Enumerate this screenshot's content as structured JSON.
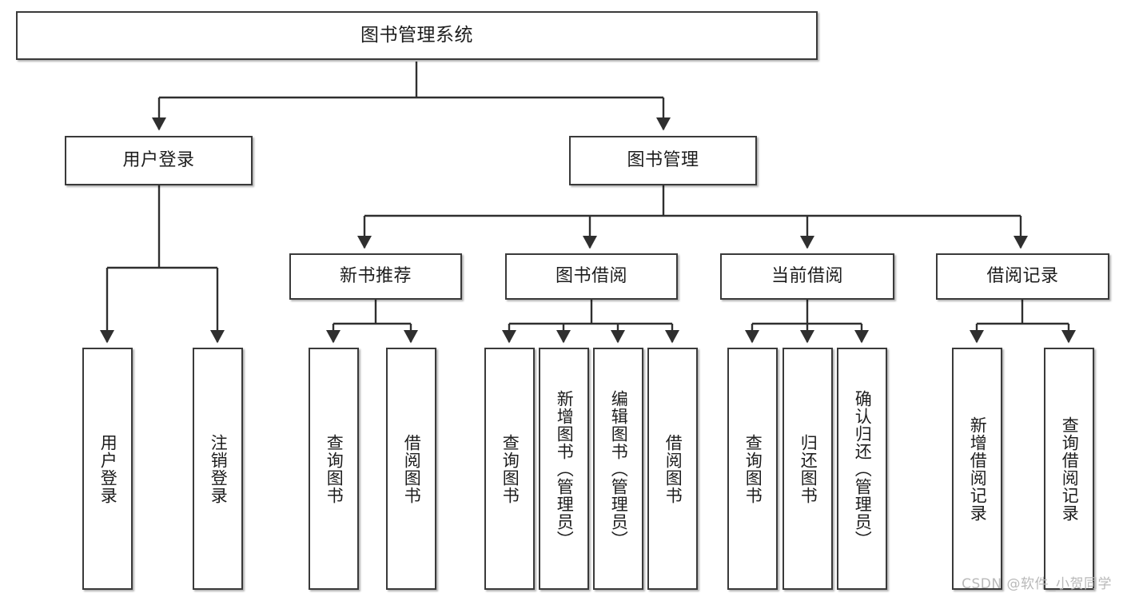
{
  "diagram": {
    "title": "图书管理系统",
    "type": "tree",
    "watermark": "CSDN @软件_小贺同学",
    "colors": {
      "box_border": "#3a3a3a",
      "box_fill": "#ffffff",
      "edge": "#2f2f2f",
      "text": "#1d1d1d",
      "watermark": "#b9b9b9"
    },
    "nodes": {
      "root": {
        "label": "图书管理系统"
      },
      "level2": [
        {
          "id": "user-login",
          "label": "用户登录"
        },
        {
          "id": "book-manage",
          "label": "图书管理"
        }
      ],
      "level3": [
        {
          "id": "new-book-recommend",
          "label": "新书推荐"
        },
        {
          "id": "book-borrow",
          "label": "图书借阅"
        },
        {
          "id": "current-borrow",
          "label": "当前借阅"
        },
        {
          "id": "borrow-record",
          "label": "借阅记录"
        }
      ],
      "leaves": {
        "user_login": [
          {
            "id": "leaf-user-login",
            "label": "用户登录"
          },
          {
            "id": "leaf-logout-login",
            "label": "注销登录"
          }
        ],
        "new_book_recommend": [
          {
            "id": "leaf-query-book-1",
            "label": "查询图书"
          },
          {
            "id": "leaf-borrow-book-1",
            "label": "借阅图书"
          }
        ],
        "book_borrow": [
          {
            "id": "leaf-query-book-2",
            "label": "查询图书"
          },
          {
            "id": "leaf-add-book",
            "label": "新增图书（管理员）"
          },
          {
            "id": "leaf-edit-book",
            "label": "编辑图书（管理员）"
          },
          {
            "id": "leaf-borrow-book-2",
            "label": "借阅图书"
          }
        ],
        "current_borrow": [
          {
            "id": "leaf-query-book-3",
            "label": "查询图书"
          },
          {
            "id": "leaf-return-book",
            "label": "归还图书"
          },
          {
            "id": "leaf-confirm-return",
            "label": "确认归还（管理员）"
          }
        ],
        "borrow_record": [
          {
            "id": "leaf-add-record",
            "label": "新增借阅记录"
          },
          {
            "id": "leaf-query-record",
            "label": "查询借阅记录"
          }
        ]
      }
    }
  }
}
